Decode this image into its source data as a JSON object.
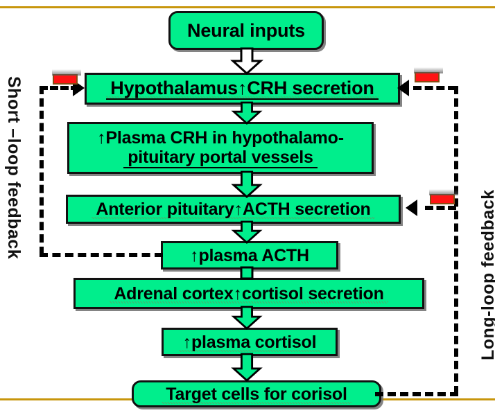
{
  "diagram": {
    "title": "HPA axis (hypothalamic-pituitary-adrenal) feedback flowchart",
    "colors": {
      "box_fill": "#00EE8C",
      "box_border": "#111111",
      "rule": "#C8960C",
      "negative_marker": "#FF1414",
      "text": "#000000"
    },
    "nodes": [
      {
        "id": "neural-inputs",
        "label": "Neural inputs"
      },
      {
        "id": "hypothalamus",
        "label": "Hypothalamus↑CRH secretion"
      },
      {
        "id": "plasma-crh",
        "label": "↑Plasma CRH in hypothalamo-pituitary portal vessels",
        "line1": "↑Plasma CRH in hypothalamo-",
        "line2": "pituitary portal vessels"
      },
      {
        "id": "anterior-pituitary",
        "label": "Anterior pituitary↑ACTH secretion"
      },
      {
        "id": "plasma-acth",
        "label": "↑plasma ACTH"
      },
      {
        "id": "adrenal-cortex",
        "label": "Adrenal cortex↑cortisol secretion"
      },
      {
        "id": "plasma-cortisol",
        "label": "↑plasma cortisol"
      },
      {
        "id": "target-cells",
        "label": "Target cells for corisol"
      }
    ],
    "feedback": {
      "short_loop_label": "Short –loop feedback",
      "long_loop_label": "Long-loop feedback",
      "negative_sign": "−",
      "markers": [
        {
          "id": "minus-short-loop",
          "sign": "−"
        },
        {
          "id": "minus-long-loop-hypo",
          "sign": "−"
        },
        {
          "id": "minus-long-loop-pituitary",
          "sign": "−"
        }
      ]
    },
    "flow_arrows": [
      {
        "from": "neural-inputs",
        "to": "hypothalamus",
        "style": "hollow"
      },
      {
        "from": "hypothalamus",
        "to": "plasma-crh",
        "style": "filled"
      },
      {
        "from": "plasma-crh",
        "to": "anterior-pituitary",
        "style": "filled"
      },
      {
        "from": "anterior-pituitary",
        "to": "plasma-acth",
        "style": "filled"
      },
      {
        "from": "plasma-acth",
        "to": "adrenal-cortex",
        "style": "filled"
      },
      {
        "from": "adrenal-cortex",
        "to": "plasma-cortisol",
        "style": "filled"
      },
      {
        "from": "plasma-cortisol",
        "to": "target-cells",
        "style": "filled"
      }
    ]
  }
}
